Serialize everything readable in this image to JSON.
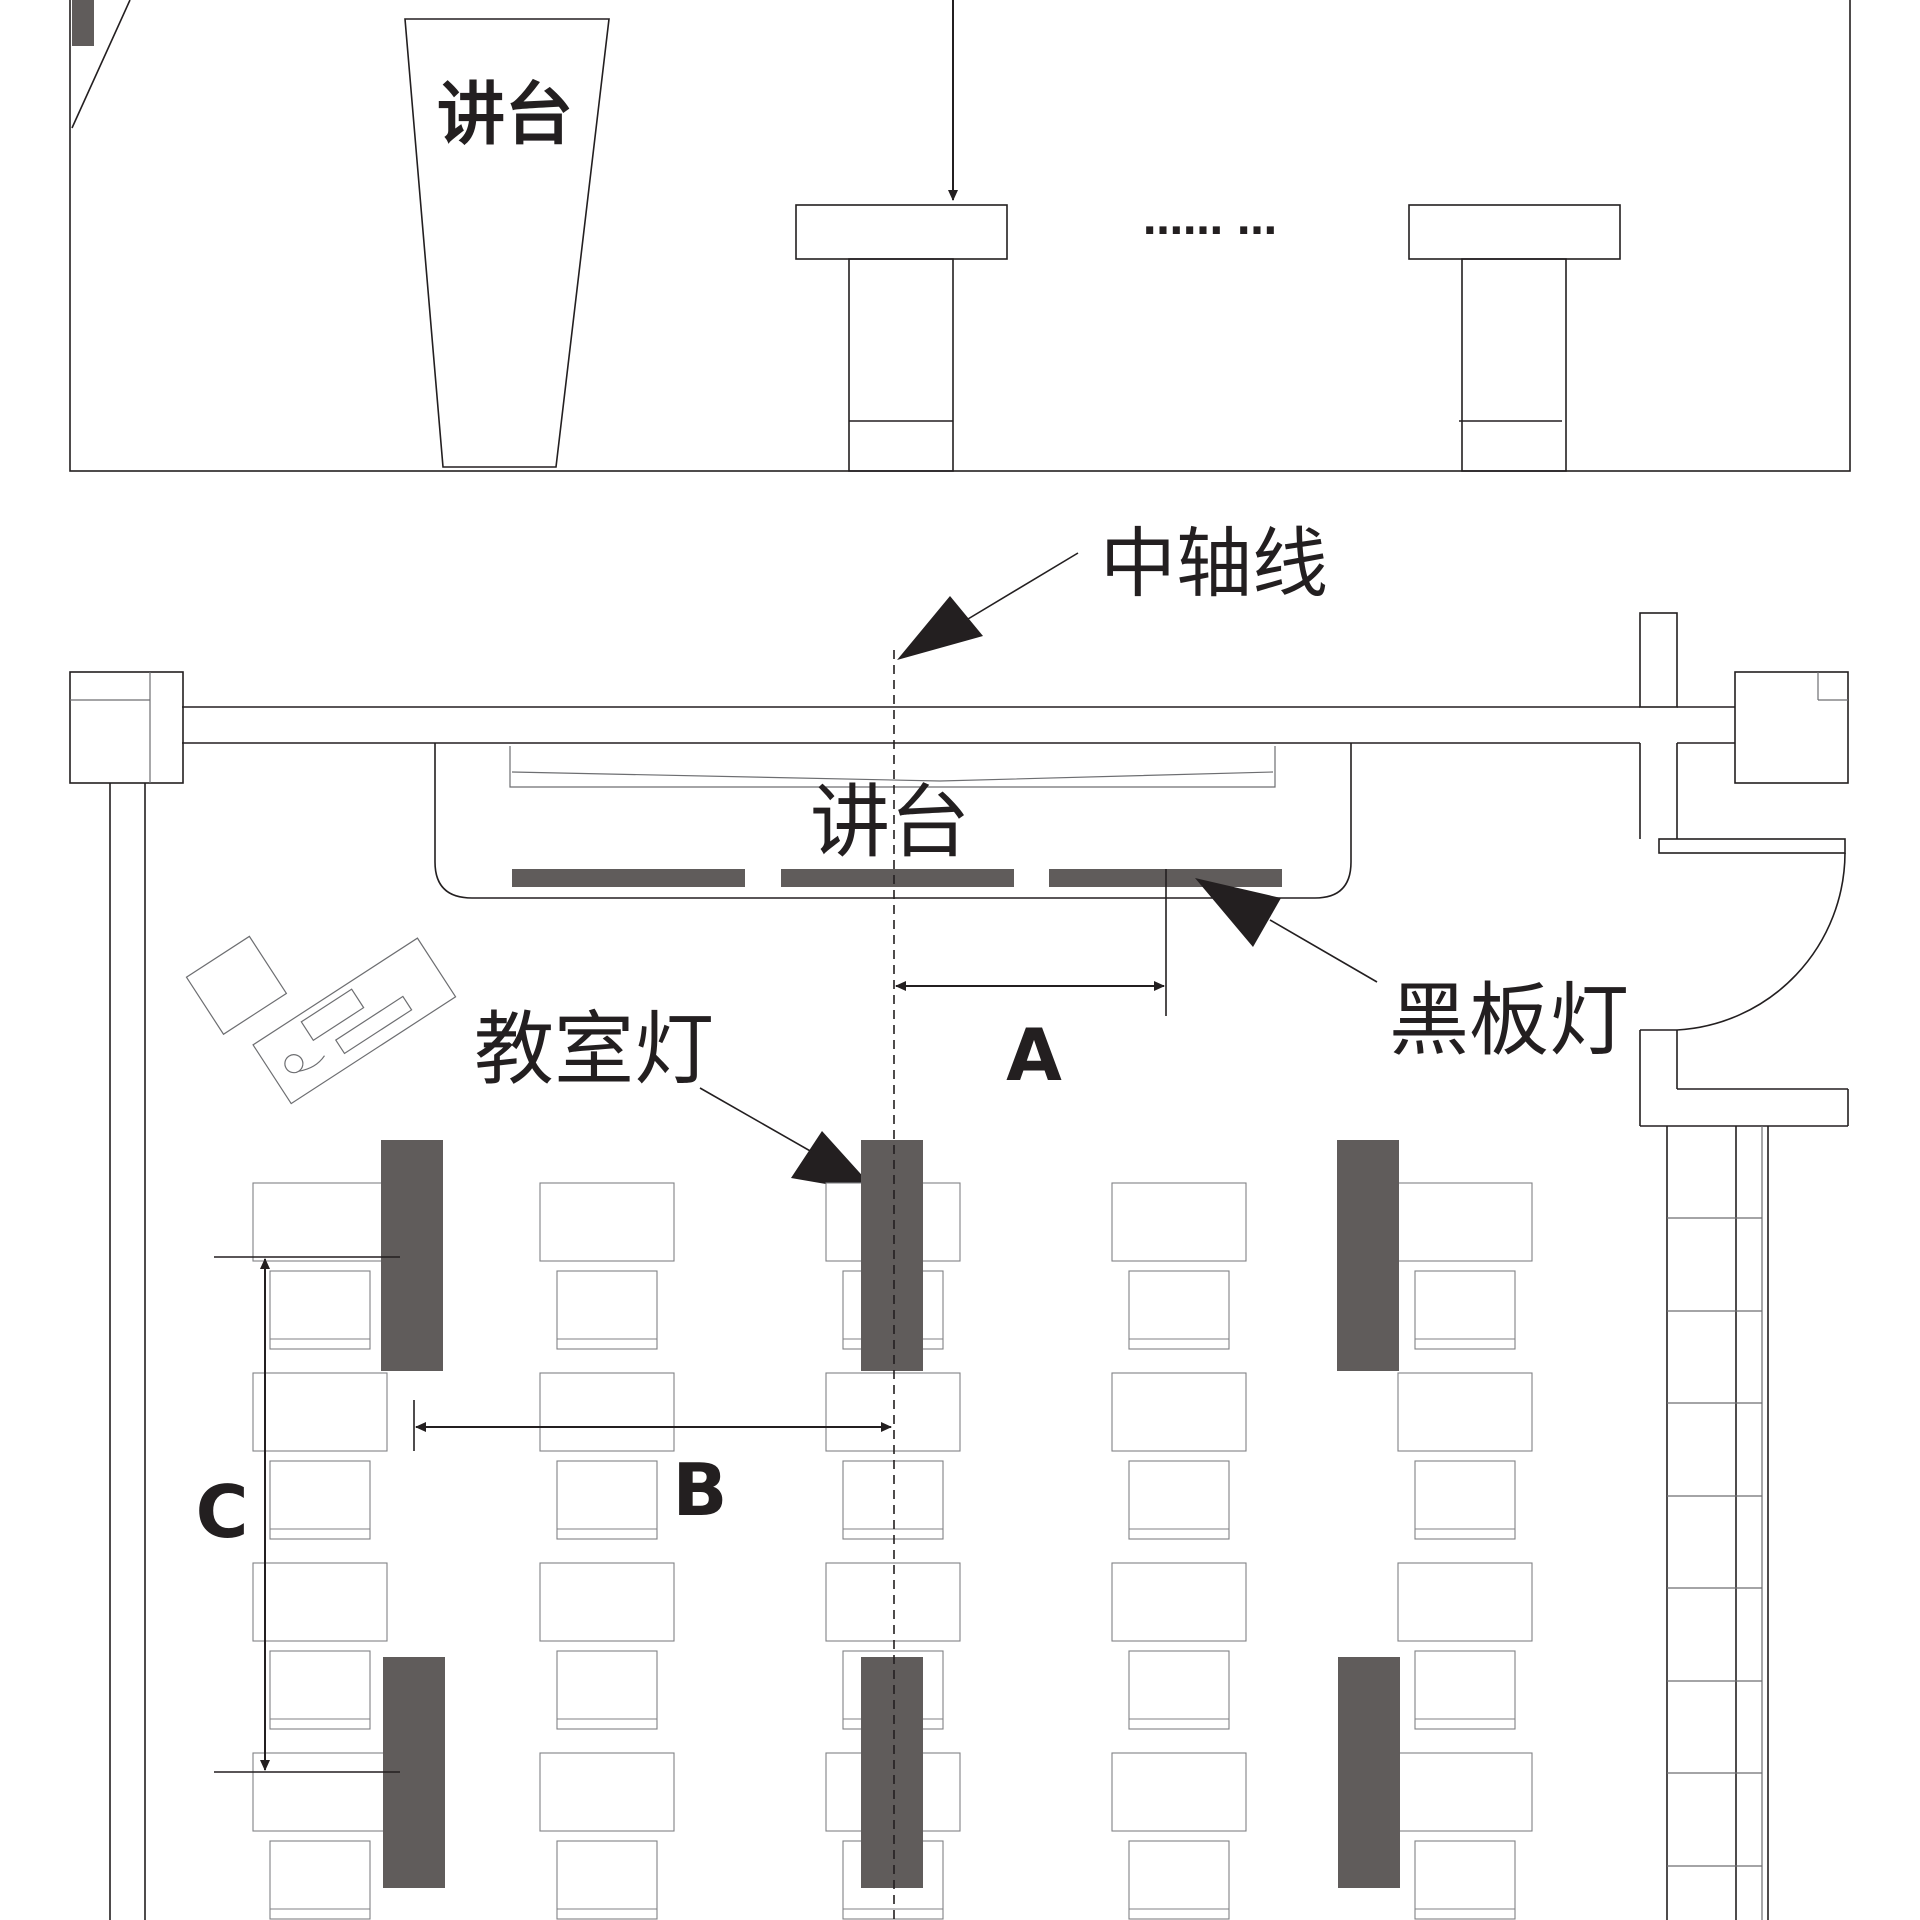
{
  "elevation": {
    "podium_label": "讲台",
    "ellipsis": "…… …"
  },
  "plan": {
    "axis_label": "中轴线",
    "podium_label": "讲台",
    "blackboard_light_label": "黑板灯",
    "classroom_light_label": "教室灯",
    "dimension_a": "A",
    "dimension_b": "B",
    "dimension_c": "C"
  },
  "colors": {
    "lamp": "#605c5b",
    "line": "#231f20"
  }
}
